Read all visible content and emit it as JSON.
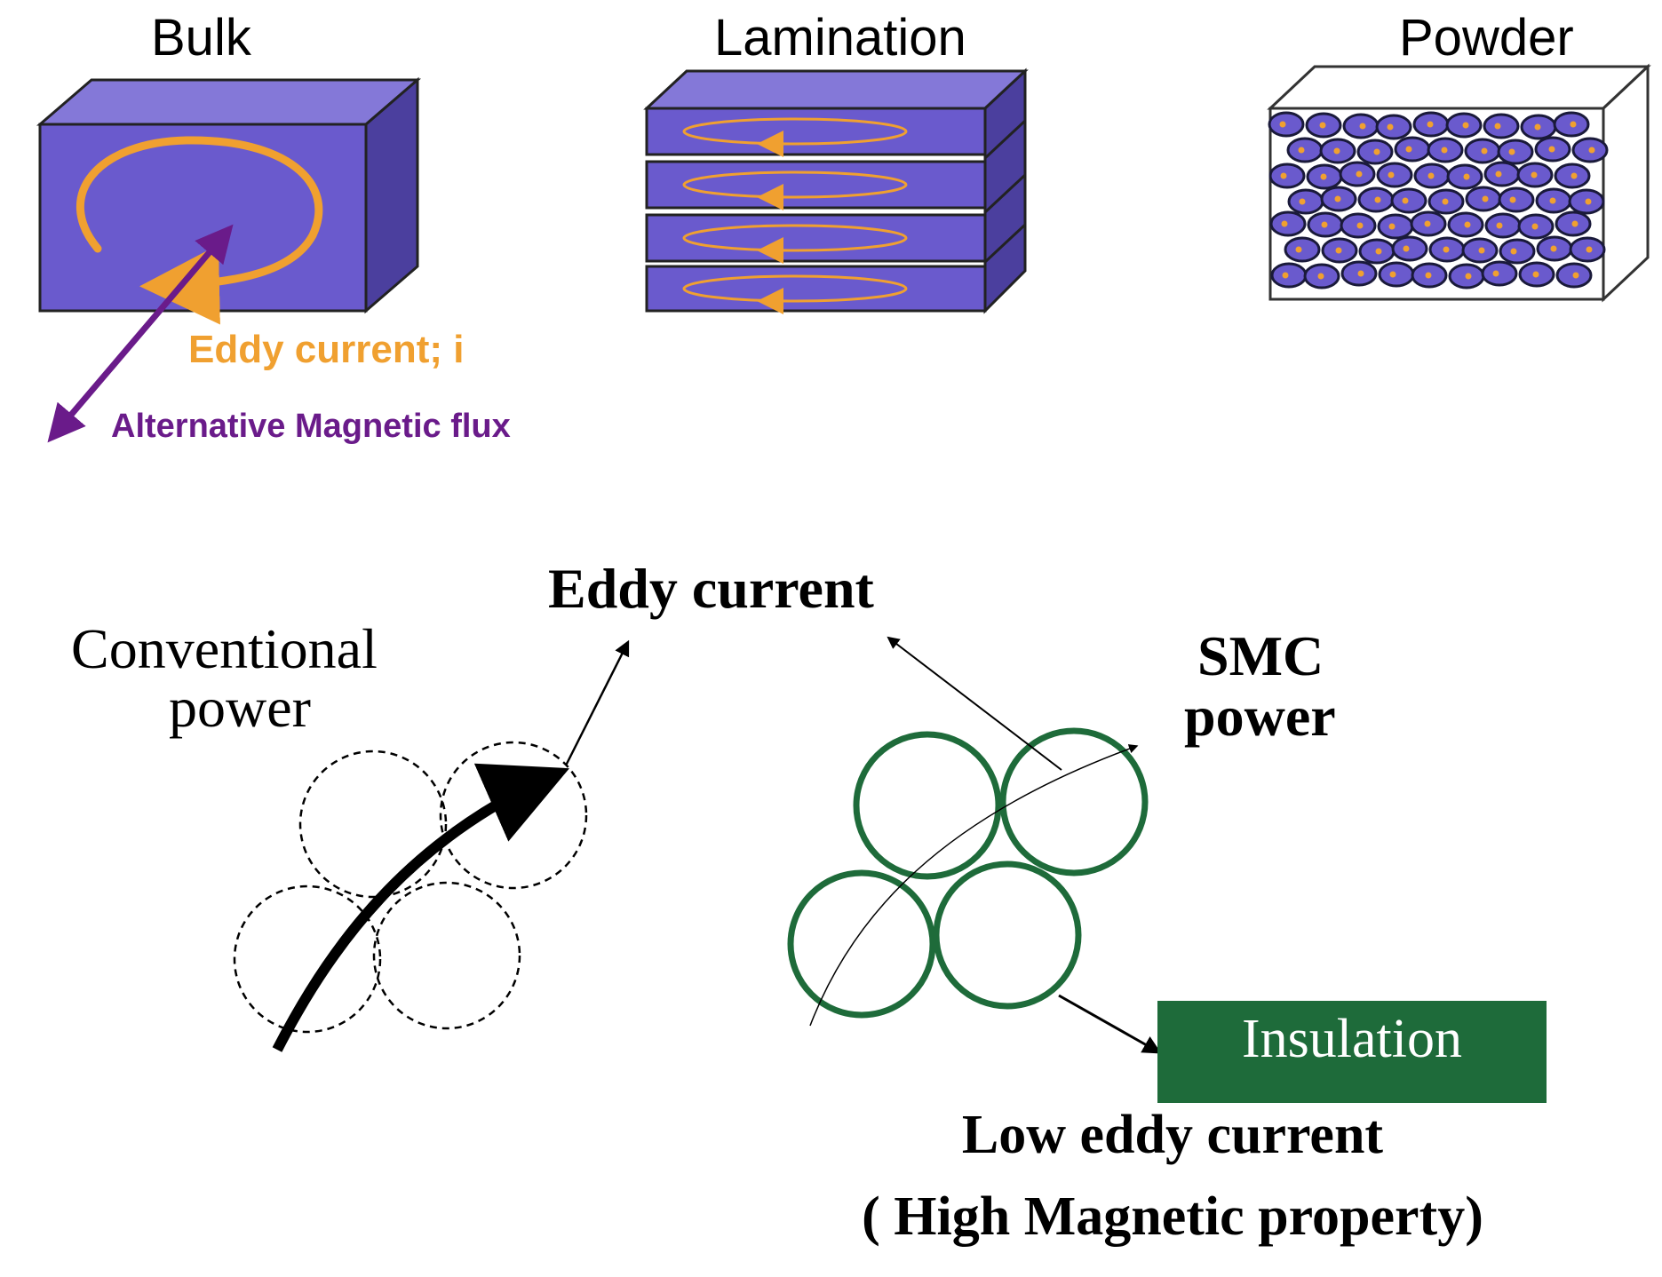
{
  "top": {
    "bulk_label": "Bulk",
    "lamination_label": "Lamination",
    "powder_label": "Powder",
    "eddy_label": "Eddy current; i",
    "flux_label": "Alternative Magnetic flux"
  },
  "bottom": {
    "eddy_current": "Eddy current",
    "conventional_line1": "Conventional",
    "conventional_line2": "power",
    "smc_line1": "SMC",
    "smc_line2": "power",
    "insulation": "Insulation",
    "low_line1": "Low eddy current",
    "low_line2": "( High Magnetic property)"
  },
  "colors": {
    "block_front": "#6a5acd",
    "block_top": "#8478d8",
    "block_side": "#4b3f9e",
    "eddy": "#f0a030",
    "flux": "#6a1b8a",
    "green": "#1e6b3a",
    "black": "#000000"
  }
}
